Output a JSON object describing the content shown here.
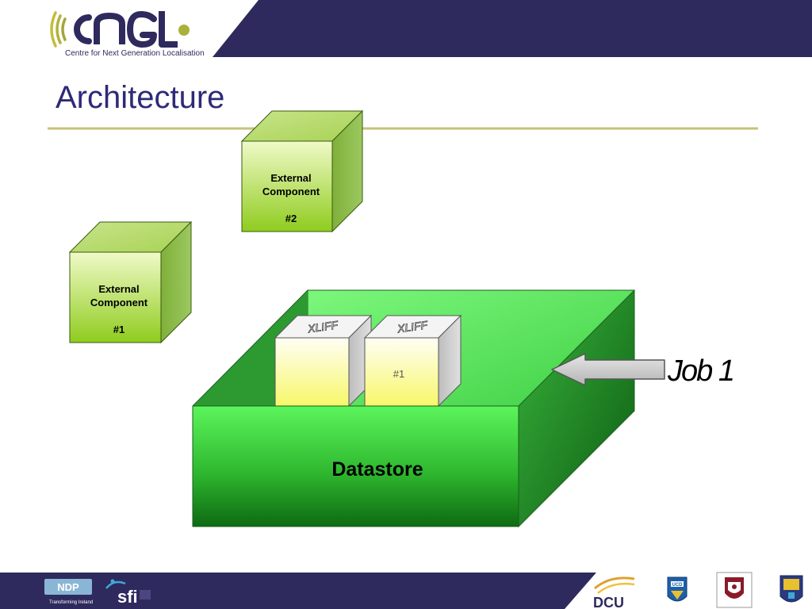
{
  "header": {
    "logo_wordmark": "CNGL",
    "logo_tagline": "Centre for Next Generation Localisation"
  },
  "slide": {
    "title": "Architecture"
  },
  "diagram": {
    "component_2": {
      "line1": "External",
      "line2": "Component",
      "line3": "#2"
    },
    "component_1": {
      "line1": "External",
      "line2": "Component",
      "line3": "#1"
    },
    "xliff_left": {
      "tag": "XLIFF"
    },
    "xliff_right": {
      "tag": "XLIFF",
      "number": "#1"
    },
    "datastore_label": "Datastore",
    "job_label": "Job 1"
  },
  "footer": {
    "logos": [
      "NDP",
      "sfi",
      "DCU",
      "UCD",
      "crest",
      "shield"
    ],
    "ndp_tagline": "Transforming Ireland"
  },
  "colors": {
    "header_navy": "#2e2a5e",
    "title_navy": "#2e2a78",
    "rule_olive": "#c8c27a",
    "component_green": "#9acd32",
    "datastore_green": "#33cc33",
    "xliff_yellow": "#ffff88"
  }
}
